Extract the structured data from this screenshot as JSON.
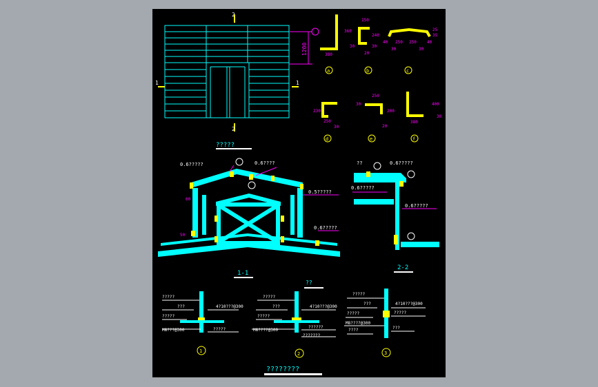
{
  "colors": {
    "background": "#a3a9ae",
    "sheet": "#000000",
    "cyan": "#00ffff",
    "magenta": "#ff00ff",
    "yellow": "#ffff00",
    "white": "#ffffff"
  },
  "elevation": {
    "title": "?????",
    "dim_height": "1200",
    "section_mark_top": "2",
    "section_mark_bottom": "2",
    "section_mark_left": "1",
    "section_mark_right": "1"
  },
  "profiles": [
    {
      "id": "a",
      "dims": [
        "380",
        "360",
        "30"
      ]
    },
    {
      "id": "b",
      "dims": [
        "150",
        "240",
        "30",
        "20"
      ]
    },
    {
      "id": "c",
      "dims": [
        "40",
        "250",
        "250",
        "40",
        "30",
        "30",
        "25",
        "35"
      ]
    },
    {
      "id": "d",
      "dims": [
        "230",
        "250",
        "30"
      ]
    },
    {
      "id": "e",
      "dims": [
        "30",
        "250",
        "200",
        "20"
      ]
    },
    {
      "id": "f",
      "dims": [
        "380",
        "400",
        "30"
      ]
    }
  ],
  "section11": {
    "title": "1-1",
    "labels": [
      "0.6?????",
      "0.6????",
      "0.5?????",
      "0.6?????"
    ],
    "dims": [
      "60",
      "50"
    ]
  },
  "section22": {
    "title": "2-2",
    "labels": [
      "??",
      "0.6?????",
      "0.6?????",
      "0.6?????"
    ]
  },
  "details_title": "??",
  "details": [
    {
      "num": "1",
      "labels": [
        "?????",
        "???",
        "?????",
        "M8???@300",
        "4?10???@300",
        "?????"
      ]
    },
    {
      "num": "2",
      "labels": [
        "?????",
        "???",
        "?????",
        "M8????@300",
        "4?10???@300",
        "??????",
        "???????"
      ]
    },
    {
      "num": "3",
      "labels": [
        "?????",
        "???",
        "?????",
        "M8????@300",
        "????",
        "4?10???@300",
        "?????",
        "???"
      ]
    }
  ],
  "sheet_title": "????????"
}
